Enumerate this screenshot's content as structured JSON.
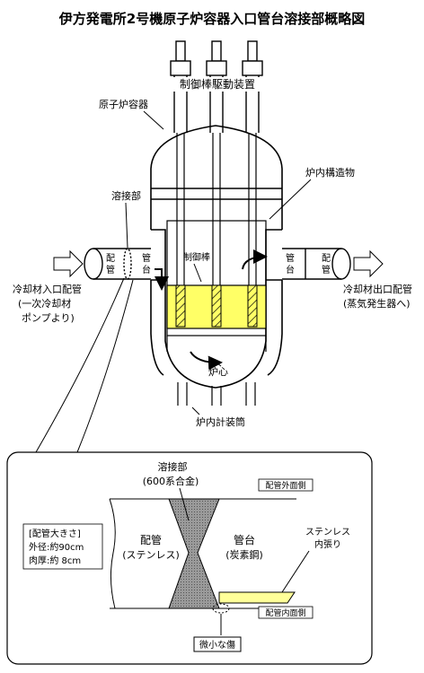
{
  "title": "伊方発電所2号機原子炉容器入口管台溶接部概略図",
  "labels": {
    "crdm": "制御棒駆動装置",
    "vessel": "原子炉容器",
    "internals": "炉内構造物",
    "weld": "溶接部",
    "pipe_char": "配",
    "pipe_char2": "管",
    "nozzle_char": "管",
    "nozzle_char2": "台",
    "control_rod": "制御棒",
    "core": "炉心",
    "incore": "炉内計装筒",
    "inlet_line1": "冷却材入口配管",
    "inlet_line2": "(一次冷却材",
    "inlet_line3": "ポンプより)",
    "outlet_line1": "冷却材出口配管",
    "outlet_line2": "(蒸気発生器へ)"
  },
  "detail": {
    "weld_line1": "溶接部",
    "weld_line2": "(600系合金)",
    "outer_side": "配管外面側",
    "inner_side": "配管内面側",
    "pipe_line1": "配管",
    "pipe_line2": "(ステンレス)",
    "nozzle_line1": "管台",
    "nozzle_line2": "(炭素鋼)",
    "liner_line1": "ステンレス",
    "liner_line2": "内張り",
    "size_head": "[配管大きさ]",
    "size_od": "外径:約90cm",
    "size_t": "肉厚:約 8cm",
    "flaw": "微小な傷"
  },
  "colors": {
    "core": "#ffff66",
    "liner": "#ffff99",
    "weld": "#909090"
  }
}
